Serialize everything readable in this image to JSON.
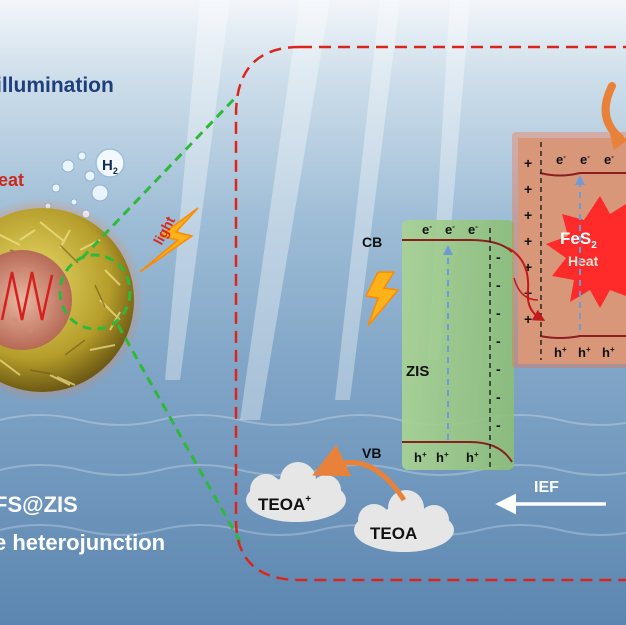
{
  "texts": {
    "illumination": "illumination",
    "heat_left": "eat",
    "h2": "H",
    "h2_sub": "2",
    "light": "light",
    "fs_zis": "FS@ZIS",
    "heterojunction": "e heterojunction",
    "cb": "CB",
    "vb": "VB",
    "zis": "ZIS",
    "fes2": "FeS",
    "fes2_sub": "2",
    "heat_right": "Heat",
    "ief": "IEF",
    "teoa": "TEOA",
    "teoa_plus": "TEOA",
    "plus_sup": "+",
    "electron": "e",
    "hole": "h",
    "minus_sup": "-"
  },
  "colors": {
    "water_top": "#d9e7f1",
    "water_deep": "#5d87b0",
    "dash_red": "#d9261c",
    "dash_green": "#2fb83a",
    "zis_fill": "#9ecb8a",
    "fes2_fill": "#d9977a",
    "burst": "#ff2a2a",
    "particle": "#c9b43a",
    "arrow_orange": "#e8823a",
    "cloud": "#e6e6e6"
  }
}
